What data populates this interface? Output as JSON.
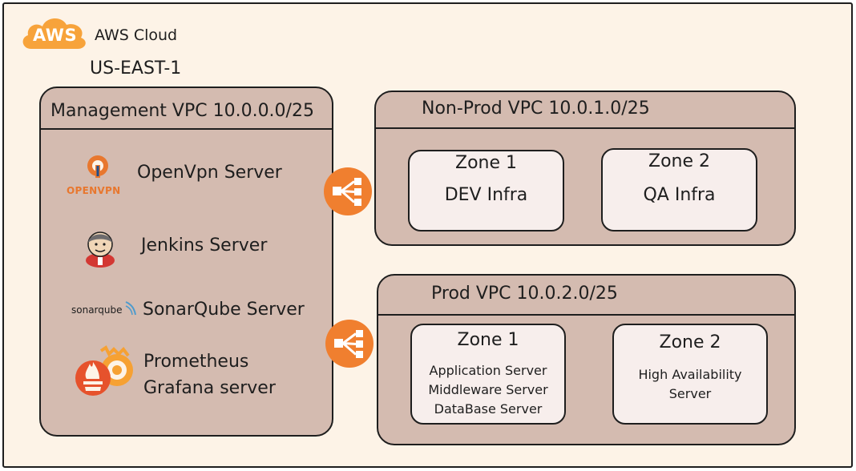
{
  "cloud": {
    "logo_text": "AWS",
    "label": "AWS Cloud",
    "region": "US-EAST-1"
  },
  "management_vpc": {
    "title": "Management VPC 10.0.0.0/25",
    "servers": [
      {
        "icon": "openvpn-icon",
        "icon_text": "OPENVPN",
        "label": "OpenVpn Server"
      },
      {
        "icon": "jenkins-icon",
        "label": "Jenkins Server"
      },
      {
        "icon": "sonarqube-icon",
        "icon_text": "sonarqube",
        "label": "SonarQube Server"
      },
      {
        "icon": "prometheus-grafana-icon",
        "label_lines": [
          "Prometheus",
          "Grafana server"
        ]
      }
    ]
  },
  "nonprod_vpc": {
    "title": "Non-Prod VPC 10.0.1.0/25",
    "zones": [
      {
        "title": "Zone 1",
        "content": "DEV Infra"
      },
      {
        "title": "Zone 2",
        "content": "QA Infra"
      }
    ]
  },
  "prod_vpc": {
    "title": "Prod VPC 10.0.2.0/25",
    "zones": [
      {
        "title": "Zone 1",
        "lines": [
          "Application Server",
          "Middleware Server",
          "DataBase Server"
        ]
      },
      {
        "title": "Zone 2",
        "lines": [
          "High Availability",
          "Server"
        ]
      }
    ]
  },
  "load_balancers": [
    {
      "icon": "load-balancer-icon"
    },
    {
      "icon": "load-balancer-icon"
    }
  ],
  "colors": {
    "canvas": "#fdf3e7",
    "vpc_fill": "#d4bbb0",
    "zone_fill": "#f7eeec",
    "aws_orange": "#f7a33b",
    "lb_orange": "#f07f2f",
    "openvpn_orange": "#e8772e",
    "openvpn_blue": "#1f4e8c",
    "sonar_blue": "#4e9bcd"
  }
}
